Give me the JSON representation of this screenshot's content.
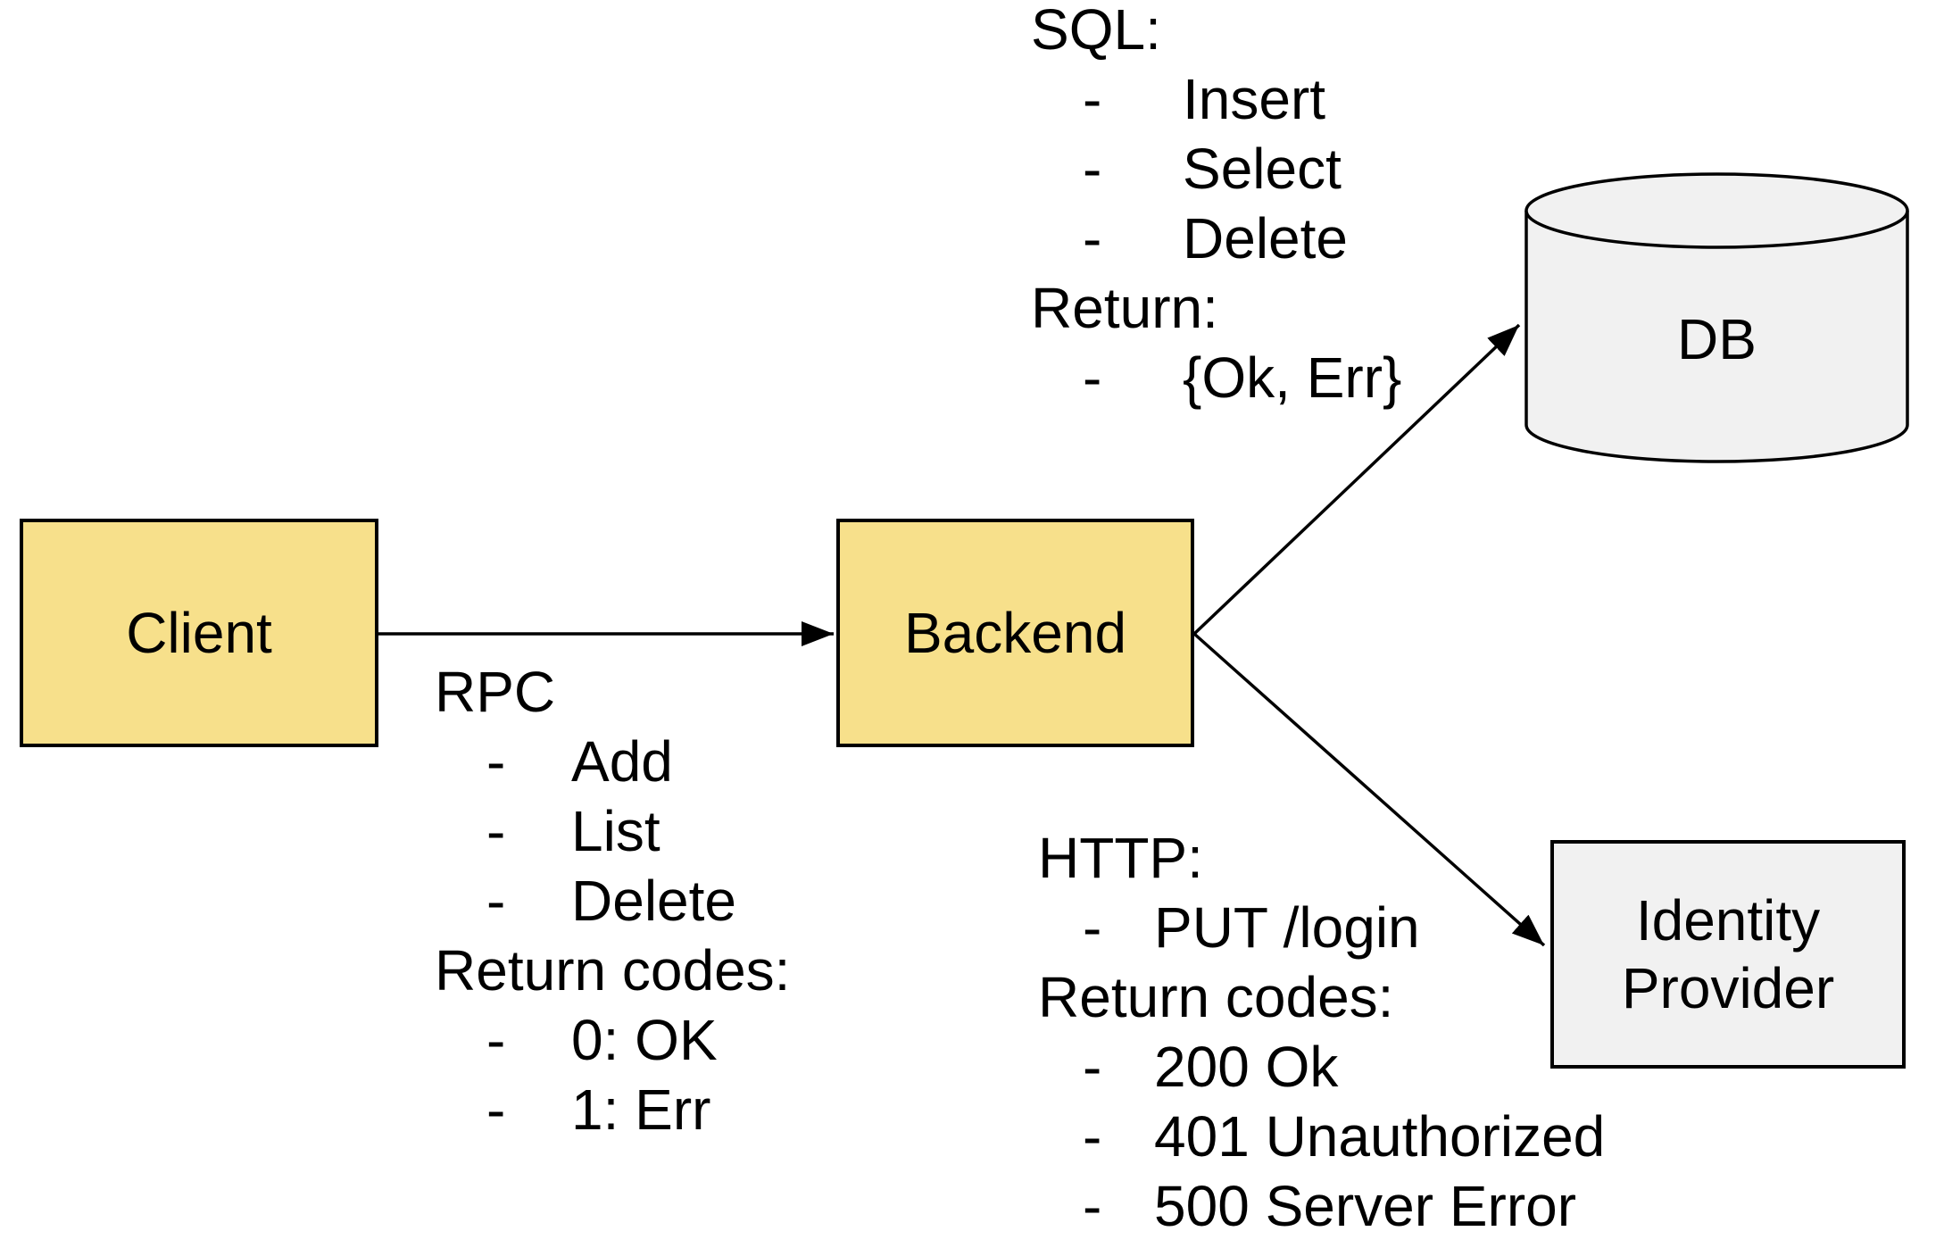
{
  "colors": {
    "background": "#FFFFFF",
    "node_fill_yellow": "#F7E08B",
    "node_fill_gray": "#F1F1F1",
    "stroke": "#000000"
  },
  "nodes": {
    "client": {
      "label": "Client"
    },
    "backend": {
      "label": "Backend"
    },
    "db": {
      "label": "DB"
    },
    "identity_provider": {
      "label_line1": "Identity",
      "label_line2": "Provider"
    }
  },
  "edges": [
    {
      "from": "client",
      "to": "backend"
    },
    {
      "from": "backend",
      "to": "db"
    },
    {
      "from": "backend",
      "to": "identity_provider"
    }
  ],
  "annotations": {
    "rpc": {
      "lines": [
        {
          "text": "RPC"
        },
        {
          "bullet": "-",
          "text": "Add"
        },
        {
          "bullet": "-",
          "text": "List"
        },
        {
          "bullet": "-",
          "text": "Delete"
        },
        {
          "text": "Return codes:"
        },
        {
          "bullet": "-",
          "text": "0: OK"
        },
        {
          "bullet": "-",
          "text": "1: Err"
        }
      ]
    },
    "sql": {
      "lines": [
        {
          "text": "SQL:"
        },
        {
          "bullet": "-",
          "text": "Insert"
        },
        {
          "bullet": "-",
          "text": "Select"
        },
        {
          "bullet": "-",
          "text": "Delete"
        },
        {
          "text": "Return:"
        },
        {
          "bullet": "-",
          "text": "{Ok, Err}"
        }
      ]
    },
    "http": {
      "lines": [
        {
          "text": "HTTP:"
        },
        {
          "bullet": "-",
          "text": "PUT /login"
        },
        {
          "text": "Return codes:"
        },
        {
          "bullet": "-",
          "text": "200 Ok"
        },
        {
          "bullet": "-",
          "text": "401 Unauthorized"
        },
        {
          "bullet": "-",
          "text": "500 Server Error"
        }
      ]
    }
  }
}
